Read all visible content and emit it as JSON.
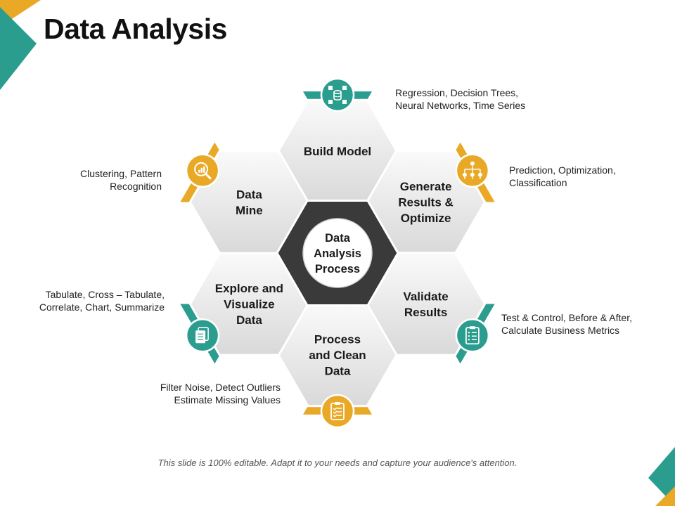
{
  "slide": {
    "title": "Data Analysis",
    "footer": "This slide is 100% editable. Adapt it to your needs and capture your audience's attention."
  },
  "colors": {
    "teal": "#2a9d8f",
    "gold": "#e9a825",
    "dark_hex": "#3a3a3a",
    "hex_light": "#f4f4f4",
    "hex_shadow": "#cfcfcf"
  },
  "center": {
    "lines": [
      "Data",
      "Analysis",
      "Process"
    ]
  },
  "steps": [
    {
      "id": "build-model",
      "lines": [
        "Build Model"
      ],
      "description": [
        "Regression, Decision Trees,",
        "Neural Networks, Time Series"
      ],
      "accent": "teal",
      "icon": "database-network-icon"
    },
    {
      "id": "generate-results",
      "lines": [
        "Generate",
        "Results &",
        "Optimize"
      ],
      "description": [
        "Prediction, Optimization,",
        "Classification"
      ],
      "accent": "gold",
      "icon": "hierarchy-icon"
    },
    {
      "id": "validate-results",
      "lines": [
        "Validate",
        "Results"
      ],
      "description": [
        "Test & Control, Before & After,",
        "Calculate Business Metrics"
      ],
      "accent": "teal",
      "icon": "clipboard-list-icon"
    },
    {
      "id": "process-clean",
      "lines": [
        "Process",
        "and Clean",
        "Data"
      ],
      "description": [
        "Filter Noise, Detect Outliers",
        "Estimate Missing Values"
      ],
      "accent": "gold",
      "icon": "checklist-icon"
    },
    {
      "id": "explore-visualize",
      "lines": [
        "Explore and",
        "Visualize",
        "Data"
      ],
      "description": [
        "Tabulate, Cross – Tabulate,",
        "Correlate, Chart, Summarize"
      ],
      "accent": "teal",
      "icon": "documents-icon"
    },
    {
      "id": "data-mine",
      "lines": [
        "Data",
        "Mine"
      ],
      "description": [
        "Clustering, Pattern",
        "Recognition"
      ],
      "accent": "gold",
      "icon": "chart-search-icon"
    }
  ]
}
